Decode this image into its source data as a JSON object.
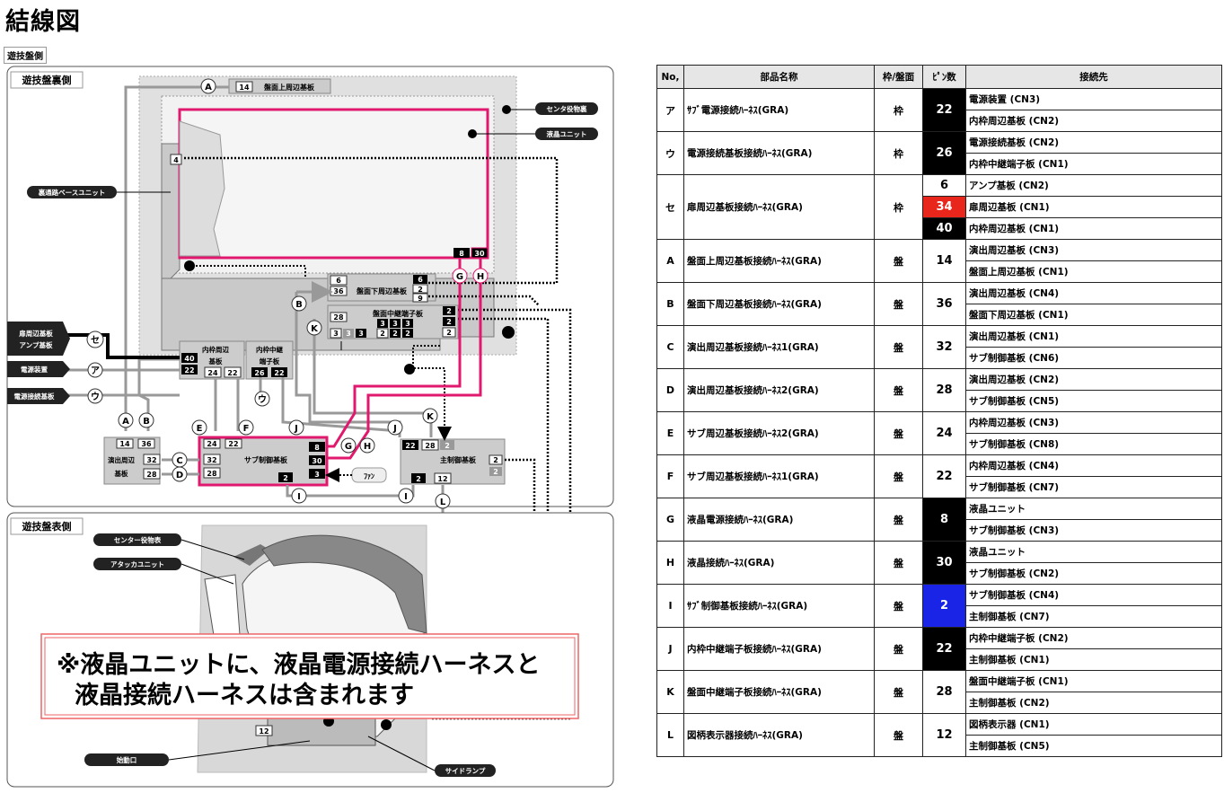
{
  "title": "結線図",
  "subtitle": "遊技盤側",
  "diagram": {
    "back_panel_label": "遊技盤裏側",
    "front_panel_label": "遊技盤表側",
    "callouts_back": [
      "センタ役物裏",
      "液晶ユニット",
      "裏通路ベースユニット",
      "扉周辺基板\nアンプ基板",
      "電源装置",
      "電源接続基板"
    ],
    "callouts_front": [
      "センター役物表",
      "アタッカユニット",
      "始動口",
      "サイドランプ"
    ],
    "boards": {
      "board_top": "盤面上周辺基板",
      "board_lower": "盤面下周辺基板",
      "relay_board": "盤面中継端子板",
      "inner_frame": "内枠周辺\n基板",
      "inner_relay": "内枠中継\n端子板",
      "effect_board": "演出周辺\n基板",
      "sub_control": "サブ制御基板",
      "main_control": "主制御基板",
      "fan": "ﾌｧﾝ"
    },
    "pins": {
      "a14": "14",
      "four": "4",
      "eight": "8",
      "thirty": "30",
      "six": "6",
      "thirtysix": "36",
      "six_b": "6",
      "two_b": "2",
      "nine": "9",
      "two_c": "2",
      "two_d": "2",
      "two_e": "2",
      "twentyeight": "28",
      "three1": "3",
      "three2": "3",
      "three3": "3",
      "three4": "3",
      "three5": "3",
      "three6": "3",
      "two_f": "2",
      "two_g": "2",
      "two_h": "2",
      "forty": "40",
      "twentytwo": "22",
      "twentyfour": "24",
      "twentytwo_b": "22",
      "twentysix": "26",
      "twentytwo_c": "22",
      "fourteen": "14",
      "thirtysix_b": "36",
      "thirtytwo": "32",
      "twentyeight_b": "28",
      "twentyfour_b": "24",
      "twentytwo_d": "22",
      "thirtytwo_b": "32",
      "twentyeight_c": "28",
      "eight_b": "8",
      "thirty_b": "30",
      "two_i": "2",
      "three_b": "3",
      "twentytwo_e": "22",
      "twentyeight_d": "28",
      "two_j": "2",
      "two_k": "2",
      "two_l": "2",
      "two_m": "2",
      "twelve": "12",
      "twelve_b": "12"
    },
    "connector_letters": [
      "A",
      "B",
      "C",
      "D",
      "E",
      "F",
      "G",
      "H",
      "I",
      "J",
      "K",
      "L",
      "セ",
      "ア",
      "ウ"
    ],
    "notice_line1": "※液晶ユニットに、液晶電源接続ハーネスと",
    "notice_line2": "液晶接続ハーネスは含まれます"
  },
  "table": {
    "headers": [
      "No,",
      "部品名称",
      "枠/盤面",
      "ﾋﾟﾝ数",
      "接続先"
    ],
    "rows": [
      {
        "no": "ア",
        "name": "ｻﾌﾞ電源接続ﾊｰﾈｽ(GRA)",
        "ft": "枠",
        "pin_groups": [
          {
            "pin": "22",
            "color": "black",
            "dests": [
              "電源装置 (CN3)",
              "内枠周辺基板 (CN2)"
            ]
          }
        ]
      },
      {
        "no": "ウ",
        "name": "電源接続基板接続ﾊｰﾈｽ(GRA)",
        "ft": "枠",
        "pin_groups": [
          {
            "pin": "26",
            "color": "black",
            "dests": [
              "電源接続基板 (CN2)",
              "内枠中継端子板 (CN1)"
            ]
          }
        ]
      },
      {
        "no": "セ",
        "name": "扉周辺基板接続ﾊｰﾈｽ(GRA)",
        "ft": "枠",
        "pin_groups": [
          {
            "pin": "6",
            "color": "white",
            "dests": [
              "アンプ基板 (CN2)"
            ]
          },
          {
            "pin": "34",
            "color": "red",
            "dests": [
              "扉周辺基板 (CN1)"
            ]
          },
          {
            "pin": "40",
            "color": "black",
            "dests": [
              "内枠周辺基板 (CN1)"
            ]
          }
        ]
      },
      {
        "no": "A",
        "name": "盤面上周辺基板接続ﾊｰﾈｽ(GRA)",
        "ft": "盤",
        "pin_groups": [
          {
            "pin": "14",
            "color": "white",
            "dests": [
              "演出周辺基板 (CN3)",
              "盤面上周辺基板 (CN1)"
            ]
          }
        ]
      },
      {
        "no": "B",
        "name": "盤面下周辺基板接続ﾊｰﾈｽ(GRA)",
        "ft": "盤",
        "pin_groups": [
          {
            "pin": "36",
            "color": "white",
            "dests": [
              "演出周辺基板 (CN4)",
              "盤面下周辺基板 (CN1)"
            ]
          }
        ]
      },
      {
        "no": "C",
        "name": "演出周辺基板接続ﾊｰﾈｽ1(GRA)",
        "ft": "盤",
        "pin_groups": [
          {
            "pin": "32",
            "color": "white",
            "dests": [
              "演出周辺基板 (CN1)",
              "サブ制御基板 (CN6)"
            ]
          }
        ]
      },
      {
        "no": "D",
        "name": "演出周辺基板接続ﾊｰﾈｽ2(GRA)",
        "ft": "盤",
        "pin_groups": [
          {
            "pin": "28",
            "color": "white",
            "dests": [
              "演出周辺基板 (CN2)",
              "サブ制御基板 (CN5)"
            ]
          }
        ]
      },
      {
        "no": "E",
        "name": "サブ周辺基板接続ﾊｰﾈｽ2(GRA)",
        "ft": "盤",
        "pin_groups": [
          {
            "pin": "24",
            "color": "white",
            "dests": [
              "内枠周辺基板 (CN3)",
              "サブ制御基板 (CN8)"
            ]
          }
        ]
      },
      {
        "no": "F",
        "name": "サブ周辺基板接続ﾊｰﾈｽ1(GRA)",
        "ft": "盤",
        "pin_groups": [
          {
            "pin": "22",
            "color": "white",
            "dests": [
              "内枠周辺基板 (CN4)",
              "サブ制御基板 (CN7)"
            ]
          }
        ]
      },
      {
        "no": "G",
        "name": "液晶電源接続ﾊｰﾈｽ(GRA)",
        "ft": "盤",
        "pin_groups": [
          {
            "pin": "8",
            "color": "black",
            "dests": [
              "液晶ユニット",
              "サブ制御基板 (CN3)"
            ]
          }
        ]
      },
      {
        "no": "H",
        "name": "液晶接続ﾊｰﾈｽ(GRA)",
        "ft": "盤",
        "pin_groups": [
          {
            "pin": "30",
            "color": "black",
            "dests": [
              "液晶ユニット",
              "サブ制御基板 (CN2)"
            ]
          }
        ]
      },
      {
        "no": "I",
        "name": "ｻﾌﾞ制御基板接続ﾊｰﾈｽ(GRA)",
        "ft": "盤",
        "pin_groups": [
          {
            "pin": "2",
            "color": "blue",
            "dests": [
              "サブ制御基板 (CN4)",
              "主制御基板 (CN7)"
            ]
          }
        ]
      },
      {
        "no": "J",
        "name": "内枠中継端子板接続ﾊｰﾈｽ(GRA)",
        "ft": "盤",
        "pin_groups": [
          {
            "pin": "22",
            "color": "black",
            "dests": [
              "内枠中継端子板 (CN2)",
              "主制御基板 (CN1)"
            ]
          }
        ]
      },
      {
        "no": "K",
        "name": "盤面中継端子板接続ﾊｰﾈｽ(GRA)",
        "ft": "盤",
        "pin_groups": [
          {
            "pin": "28",
            "color": "white",
            "dests": [
              "盤面中継端子板 (CN1)",
              "主制御基板 (CN2)"
            ]
          }
        ]
      },
      {
        "no": "L",
        "name": "図柄表示器接続ﾊｰﾈｽ(GRA)",
        "ft": "盤",
        "pin_groups": [
          {
            "pin": "12",
            "color": "white",
            "dests": [
              "図柄表示器 (CN1)",
              "主制御基板 (CN5)"
            ]
          }
        ]
      }
    ]
  }
}
